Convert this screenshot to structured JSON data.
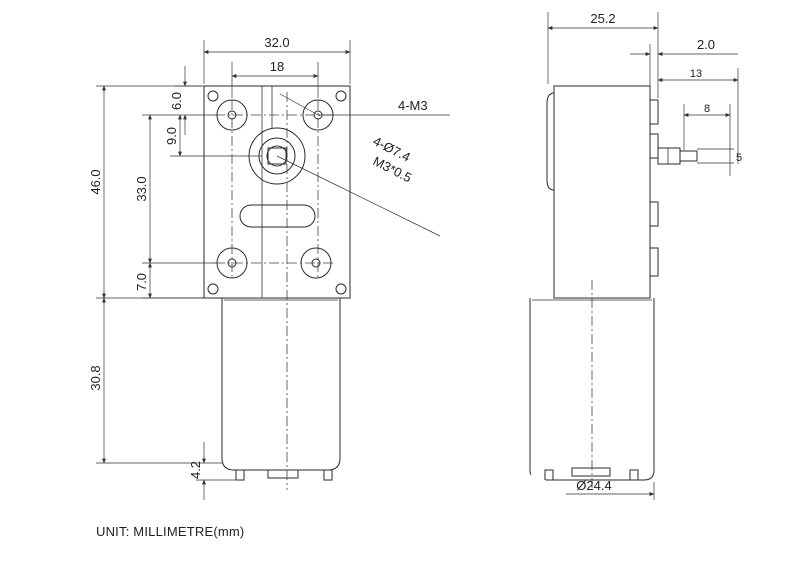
{
  "front_view": {
    "dims": {
      "width_total": "32.0",
      "hole_spacing_h": "18",
      "top_offset": "6.0",
      "shaft_offset": "9.0",
      "height_total": "46.0",
      "hole_spacing_v": "33.0",
      "bottom_offset": "7.0",
      "motor_length": "30.8",
      "terminal_length": "4.2"
    },
    "callouts": {
      "mount_holes": "4-M3",
      "counterbore": "4-Ø7.4",
      "shaft_thread": "M3*0.5"
    }
  },
  "side_view": {
    "dims": {
      "depth_total": "25.2",
      "shaft_step": "2.0",
      "shaft_length": "13",
      "flat_length": "8",
      "flat_width": "5",
      "motor_diameter": "Ø24.4"
    }
  },
  "unit_note": "UNIT: MILLIMETRE(mm)"
}
